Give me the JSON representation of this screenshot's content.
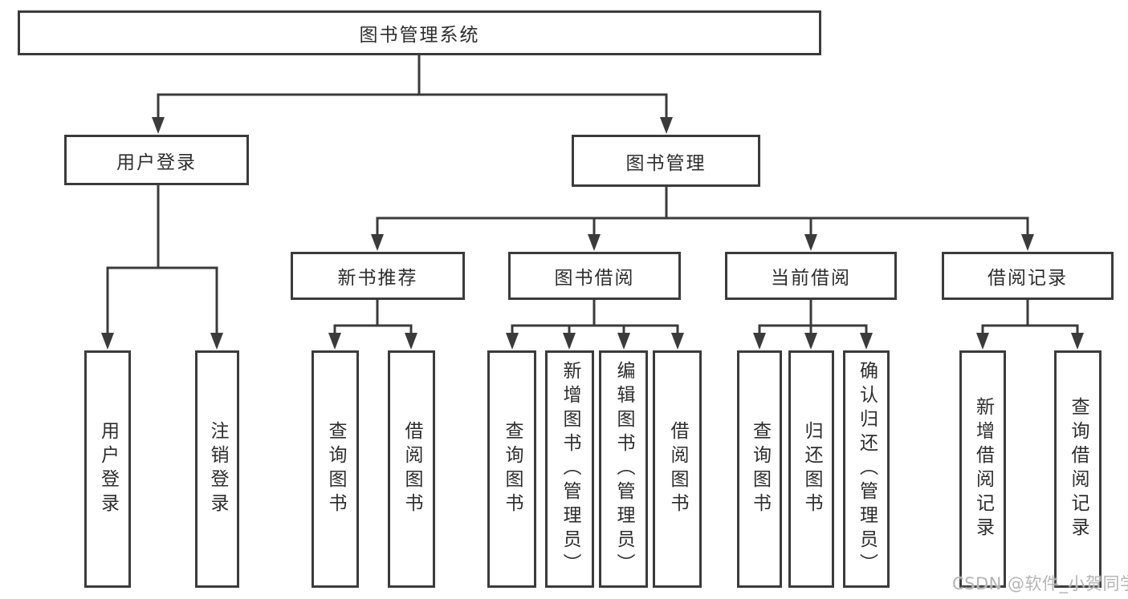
{
  "diagram": {
    "root": {
      "label": "图书管理系统"
    },
    "level2": {
      "user_login": {
        "label": "用户登录"
      },
      "book_management": {
        "label": "图书管理"
      }
    },
    "level3": {
      "new_book_recommend": {
        "label": "新书推荐"
      },
      "book_borrowing": {
        "label": "图书借阅"
      },
      "current_borrowing": {
        "label": "当前借阅"
      },
      "borrowing_records": {
        "label": "借阅记录"
      }
    },
    "leaves": {
      "user_login_leaf": "用户登录",
      "logout": "注销登录",
      "recommend_query_books": "查询图书",
      "recommend_borrow_books": "借阅图书",
      "borrow_query_books": "查询图书",
      "borrow_add_books_admin": "新增图书（管理员）",
      "borrow_edit_books_admin": "编辑图书（管理员）",
      "borrow_borrow_books": "借阅图书",
      "current_query_books": "查询图书",
      "current_return_books": "归还图书",
      "current_confirm_return_admin": "确认归还（管理员）",
      "records_add_record": "新增借阅记录",
      "records_query_record": "查询借阅记录"
    }
  },
  "watermark": {
    "text": "CSDN @软件_小贺同学"
  },
  "colors": {
    "line": "#3b3b3b",
    "text": "#2d2d2d",
    "watermark": "#b4b4b4",
    "background": "#ffffff"
  }
}
